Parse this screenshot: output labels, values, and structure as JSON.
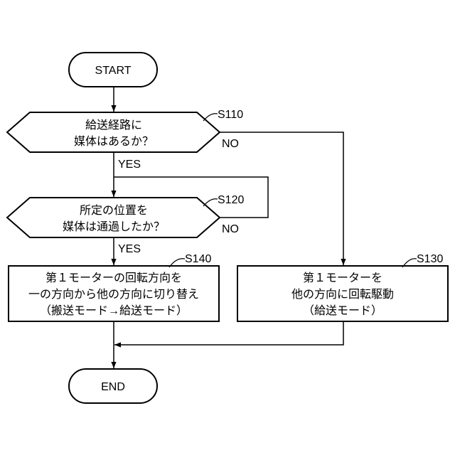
{
  "start": {
    "label": "START"
  },
  "end": {
    "label": "END"
  },
  "s110": {
    "step": "S110",
    "lines": [
      "給送経路に",
      "媒体はあるか？"
    ],
    "yes": "YES",
    "no": "NO"
  },
  "s120": {
    "step": "S120",
    "lines": [
      "所定の位置を",
      "媒体は通過したか？"
    ],
    "yes": "YES",
    "no": "NO"
  },
  "s140": {
    "step": "S140",
    "lines": [
      "第１モーターの回転方向を",
      "一の方向から他の方向に切り替え",
      "（搬送モード→給送モード）"
    ]
  },
  "s130": {
    "step": "S130",
    "lines": [
      "第１モーターを",
      "他の方向に回転駆動",
      "（給送モード）"
    ]
  }
}
